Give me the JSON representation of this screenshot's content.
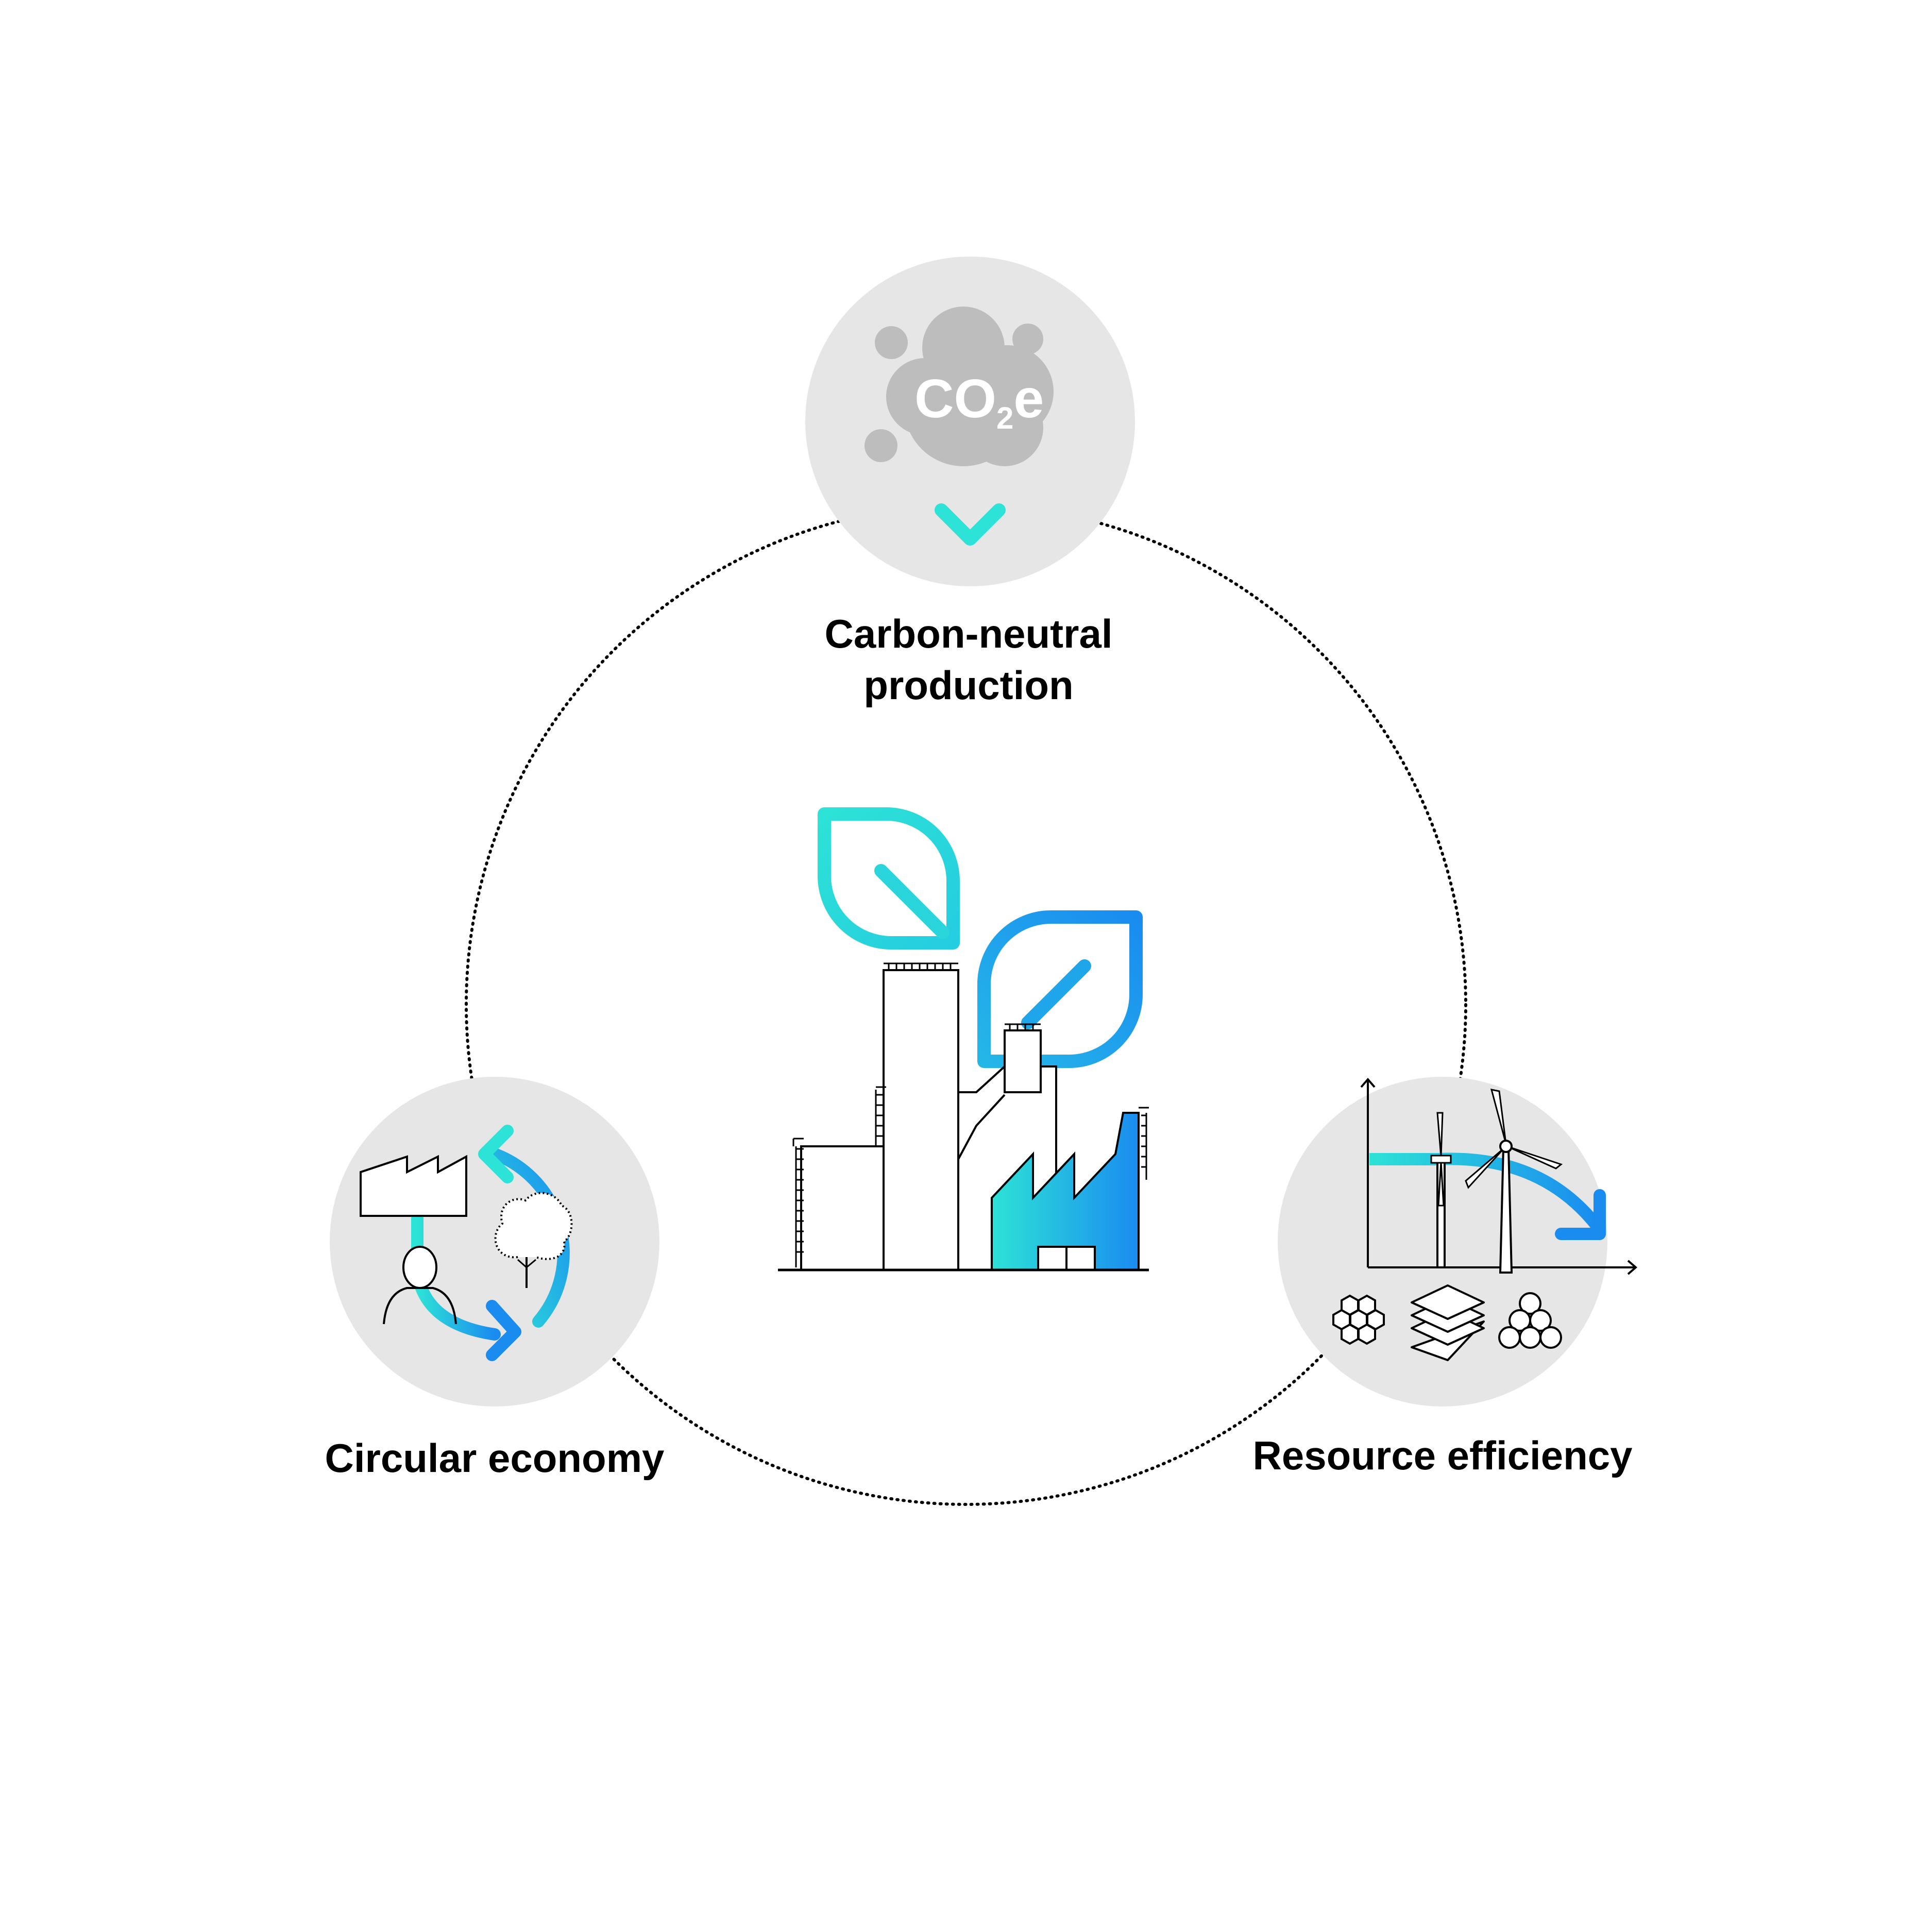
{
  "nodes": {
    "top": {
      "title_line1": "Carbon-neutral",
      "title_line2": "production"
    },
    "left": {
      "title": "Circular economy"
    },
    "right": {
      "title": "Resource efficiency"
    }
  },
  "co2": {
    "main": "CO",
    "sub": "2",
    "suffix": "e"
  },
  "colors": {
    "cyan": "#2de2d6",
    "blue": "#1a8cf0",
    "circle_fill": "#e6e6e6",
    "cloud_fill": "#bdbdbd",
    "line": "#000000"
  },
  "icons": {
    "center": "factory-leaves-icon",
    "top": "co2-cloud-down-arrow-icon",
    "left": "circular-cycle-icon",
    "right": "wind-turbine-efficiency-icon"
  }
}
